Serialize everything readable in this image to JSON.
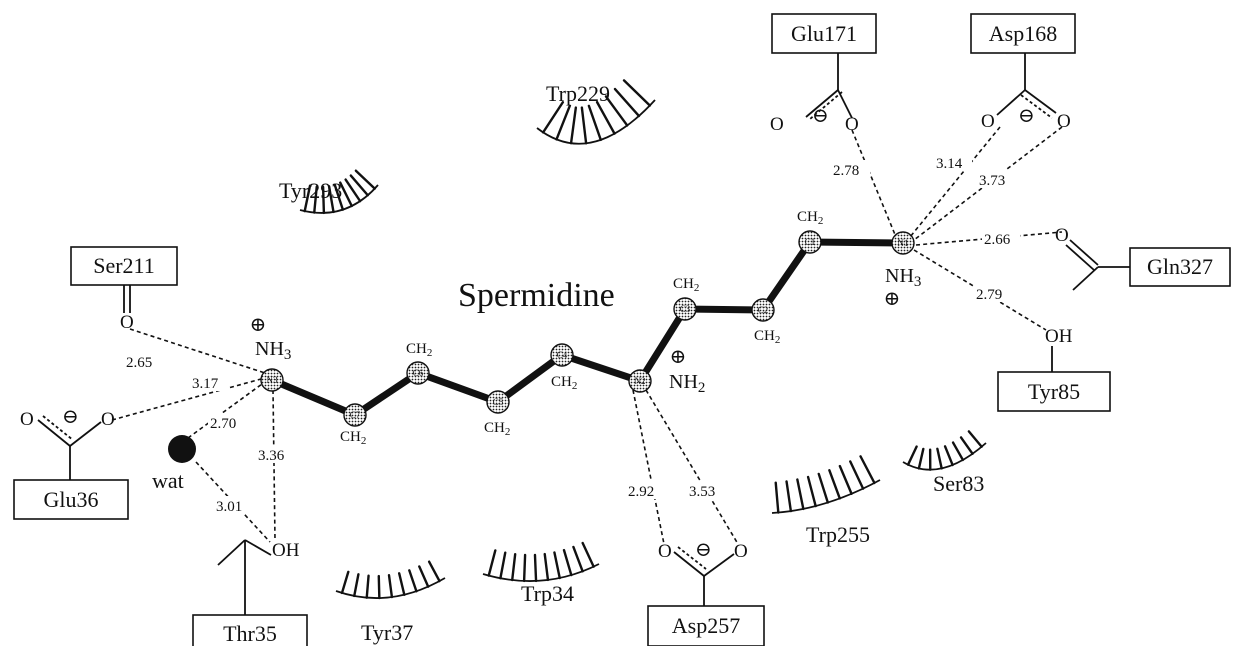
{
  "title": "Spermidine",
  "residues": [
    {
      "id": "glu171",
      "label": "Glu171"
    },
    {
      "id": "asp168",
      "label": "Asp168"
    },
    {
      "id": "ser211",
      "label": "Ser211"
    },
    {
      "id": "gln327",
      "label": "Gln327"
    },
    {
      "id": "tyr85",
      "label": "Tyr85"
    },
    {
      "id": "glu36",
      "label": "Glu36"
    },
    {
      "id": "thr35",
      "label": "Thr35"
    },
    {
      "id": "asp257",
      "label": "Asp257"
    }
  ],
  "hydrophobic": [
    {
      "id": "trp229",
      "label": "Trp229"
    },
    {
      "id": "tyr293",
      "label": "Tyr293"
    },
    {
      "id": "tyr37",
      "label": "Tyr37"
    },
    {
      "id": "trp34",
      "label": "Trp34"
    },
    {
      "id": "trp255",
      "label": "Trp255"
    },
    {
      "id": "ser83",
      "label": "Ser83"
    }
  ],
  "atoms": [
    {
      "id": "N3",
      "label": "N3"
    },
    {
      "id": "C7",
      "label": "C7"
    },
    {
      "id": "C6",
      "label": "C6"
    },
    {
      "id": "C5",
      "label": "C5"
    },
    {
      "id": "C4",
      "label": "C4"
    },
    {
      "id": "N2",
      "label": "N2"
    },
    {
      "id": "C3",
      "label": "C3"
    },
    {
      "id": "C2",
      "label": "C2"
    },
    {
      "id": "C1",
      "label": "C1"
    },
    {
      "id": "N1",
      "label": "N1"
    }
  ],
  "groups": {
    "nh3_n3": "NH",
    "nh3_n1": "NH",
    "nh2_n2": "NH",
    "h3": "3",
    "h2": "2",
    "ch": "CH",
    "ch_sub": "2",
    "oh": "OH",
    "o": "O",
    "water": "wat",
    "plus": "⊕",
    "minus": "⊖"
  },
  "distances": [
    {
      "id": "d278",
      "value": "2.78"
    },
    {
      "id": "d314",
      "value": "3.14"
    },
    {
      "id": "d373",
      "value": "3.73"
    },
    {
      "id": "d266",
      "value": "2.66"
    },
    {
      "id": "d279",
      "value": "2.79"
    },
    {
      "id": "d265",
      "value": "2.65"
    },
    {
      "id": "d317",
      "value": "3.17"
    },
    {
      "id": "d270",
      "value": "2.70"
    },
    {
      "id": "d336",
      "value": "3.36"
    },
    {
      "id": "d301",
      "value": "3.01"
    },
    {
      "id": "d292",
      "value": "2.92"
    },
    {
      "id": "d353",
      "value": "3.53"
    }
  ]
}
